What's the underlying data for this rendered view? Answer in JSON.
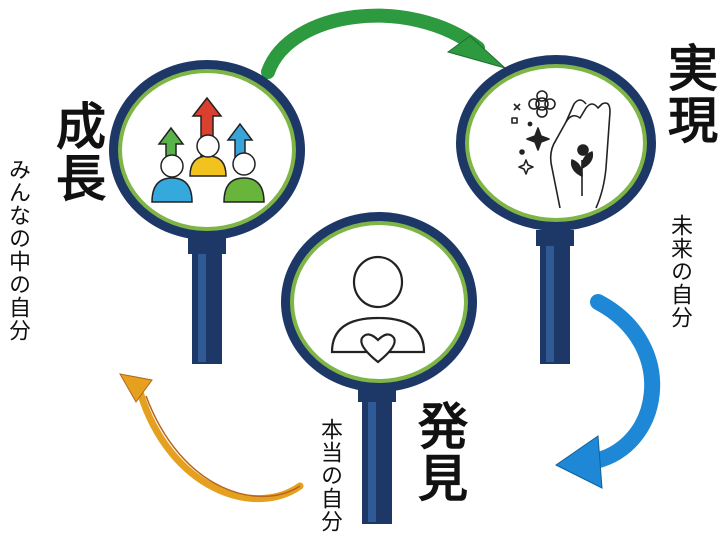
{
  "stages": {
    "growth": {
      "title": "成長",
      "subtitle": "みんなの中の自分"
    },
    "realization": {
      "title": "実現",
      "subtitle": "未来の自分"
    },
    "discovery": {
      "title": "発見",
      "subtitle": "本当の自分"
    }
  },
  "colors": {
    "lens_ring": "#1d3767",
    "lens_inner": "#7fb446",
    "handle": "#1d3767",
    "arrow_green": "#2e9a3f",
    "arrow_blue": "#1e88d6",
    "arrow_orange": "#e6a020",
    "person_blue": "#35a8dc",
    "person_yellow": "#f2c21e",
    "person_green": "#69b43a",
    "up_red": "#d94030",
    "up_green": "#5cb24a",
    "up_blue": "#3aa3d8"
  },
  "icons": {
    "growth": "people-growth-icon",
    "realization": "hand-sparkle-icon",
    "discovery": "person-heart-icon"
  }
}
